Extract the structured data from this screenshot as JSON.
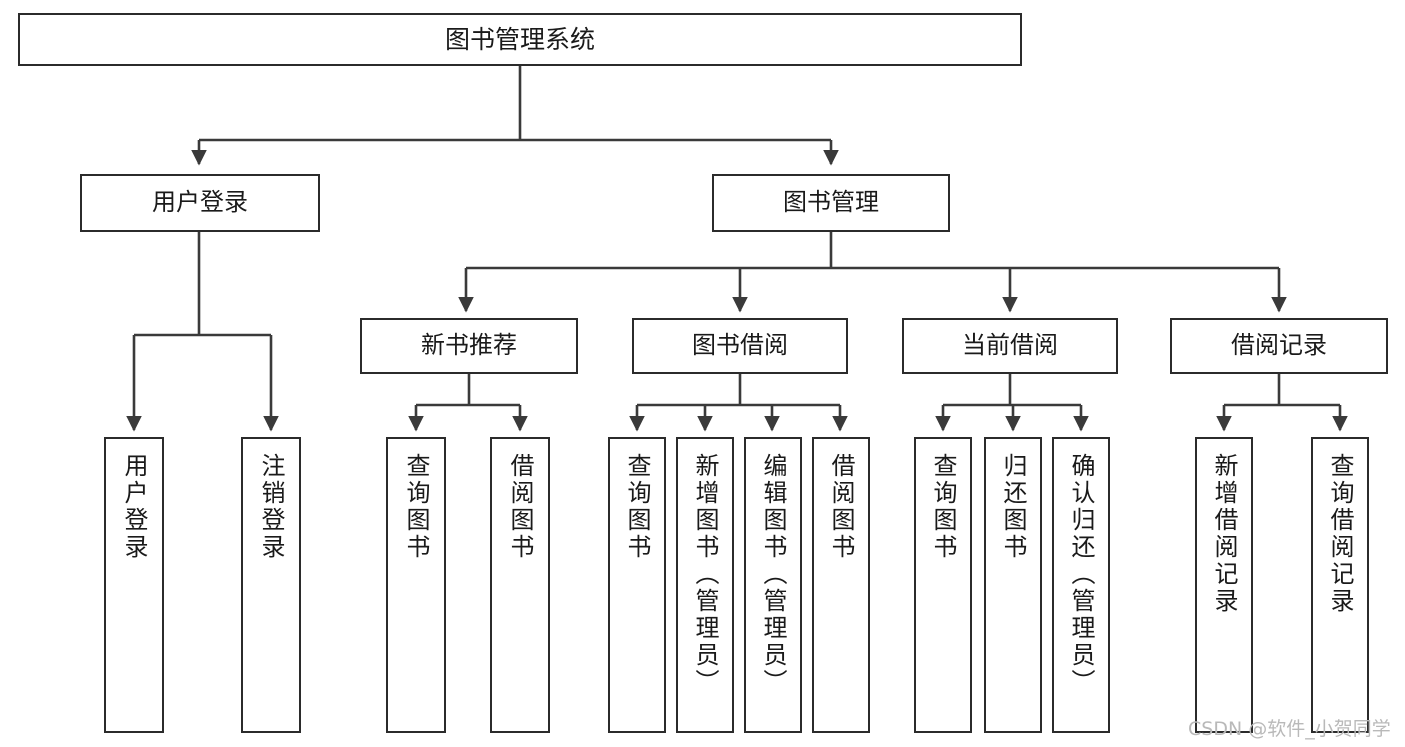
{
  "diagram": {
    "title": "图书管理系统",
    "type": "hierarchy-tree",
    "watermark": "CSDN @软件_小贺同学",
    "colors": {
      "box_border": "#2b2b2b",
      "box_fill": "#ffffff",
      "connector": "#3a3a3a",
      "text": "#1a1a1a",
      "watermark": "#b9b9b9"
    },
    "nodes": {
      "root": {
        "label": "图书管理系统"
      },
      "level2": [
        {
          "label": "用户登录"
        },
        {
          "label": "图书管理"
        }
      ],
      "level3": [
        {
          "label": "新书推荐"
        },
        {
          "label": "图书借阅"
        },
        {
          "label": "当前借阅"
        },
        {
          "label": "借阅记录"
        }
      ],
      "leaves": {
        "user_login": [
          {
            "label": "用户登录"
          },
          {
            "label": "注销登录"
          }
        ],
        "new_book_recommend": [
          {
            "label": "查询图书"
          },
          {
            "label": "借阅图书"
          }
        ],
        "book_borrow": [
          {
            "label": "查询图书"
          },
          {
            "label": "新增图书（管理员）"
          },
          {
            "label": "编辑图书（管理员）"
          },
          {
            "label": "借阅图书"
          }
        ],
        "current_borrow": [
          {
            "label": "查询图书"
          },
          {
            "label": "归还图书"
          },
          {
            "label": "确认归还（管理员）"
          }
        ],
        "borrow_record": [
          {
            "label": "新增借阅记录"
          },
          {
            "label": "查询借阅记录"
          }
        ]
      }
    }
  }
}
